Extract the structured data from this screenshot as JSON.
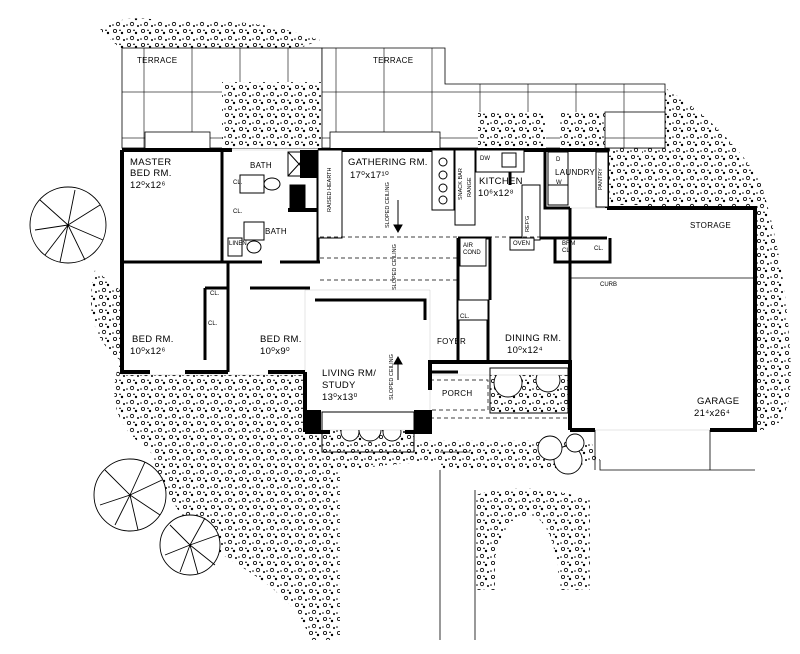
{
  "rooms": {
    "terrace_left": "TERRACE",
    "terrace_right": "TERRACE",
    "master": {
      "name1": "MASTER",
      "name2": "BED RM.",
      "dim": "12⁰x12⁶"
    },
    "bath1": "BATH",
    "bath2": "BATH",
    "gathering": {
      "name": "GATHERING RM.",
      "dim": "17⁰x17¹⁰"
    },
    "kitchen": {
      "name": "KITCHEN",
      "dim": "10⁶x12⁸"
    },
    "laundry": "LAUNDRY",
    "pantry": "PANTRY",
    "storage": "STORAGE",
    "curb": "CURB",
    "bed2": {
      "name": "BED RM.",
      "dim": "10⁰x12⁶"
    },
    "bed3": {
      "name": "BED RM.",
      "dim": "10⁰x9⁰"
    },
    "living": {
      "name1": "LIVING RM/",
      "name2": "STUDY",
      "dim": "13⁰x13⁰"
    },
    "foyer": "FOYER",
    "dining": {
      "name": "DINING RM.",
      "dim": "10⁰x12⁴"
    },
    "porch": "PORCH",
    "garage": {
      "name": "GARAGE",
      "dim": "21⁴x26⁴"
    }
  },
  "small_labels": {
    "cl1": "CL.",
    "cl2": "CL.",
    "cl3": "CL.",
    "cl4": "CL.",
    "cl5": "CL.",
    "cl6": "CL.",
    "linen": "LINEN",
    "dw": "DW",
    "air": "AIR",
    "cond": "COND",
    "oven": "OVEN",
    "brm": "BRM",
    "brm_cl": "CL.",
    "d": "D",
    "w": "W"
  },
  "vertical_labels": {
    "raised_hearth": "RAISED HEARTH",
    "sloped_ceiling_1": "SLOPED CEILING",
    "sloped_ceiling_2": "SLOPED CEILING",
    "sloped_ceiling_3": "SLOPED CEILING",
    "snack_bar": "SNACK BAR",
    "range": "RANGE",
    "refg": "REF'G"
  }
}
